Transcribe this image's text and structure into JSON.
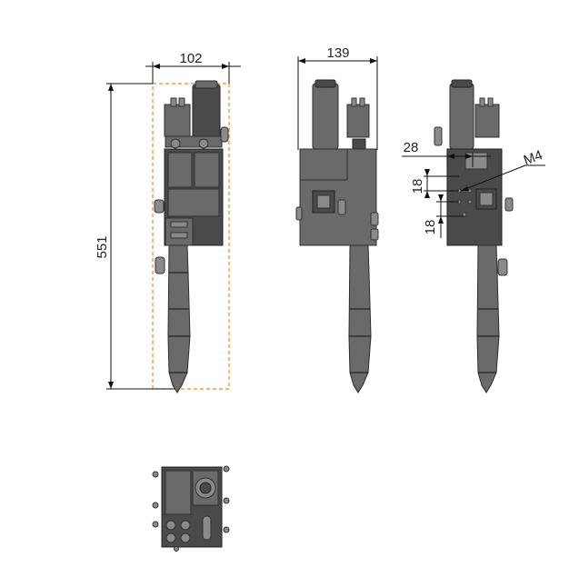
{
  "dimensions": {
    "front_width": "102",
    "front_height": "551",
    "side_width": "139",
    "rear_offset": "28",
    "rear_spacing_a": "18",
    "rear_spacing_b": "18",
    "thread": "M4"
  },
  "colors": {
    "body": "#6a6a6a",
    "outline": "#2e2e2e",
    "envelope": "#f08a1e"
  }
}
